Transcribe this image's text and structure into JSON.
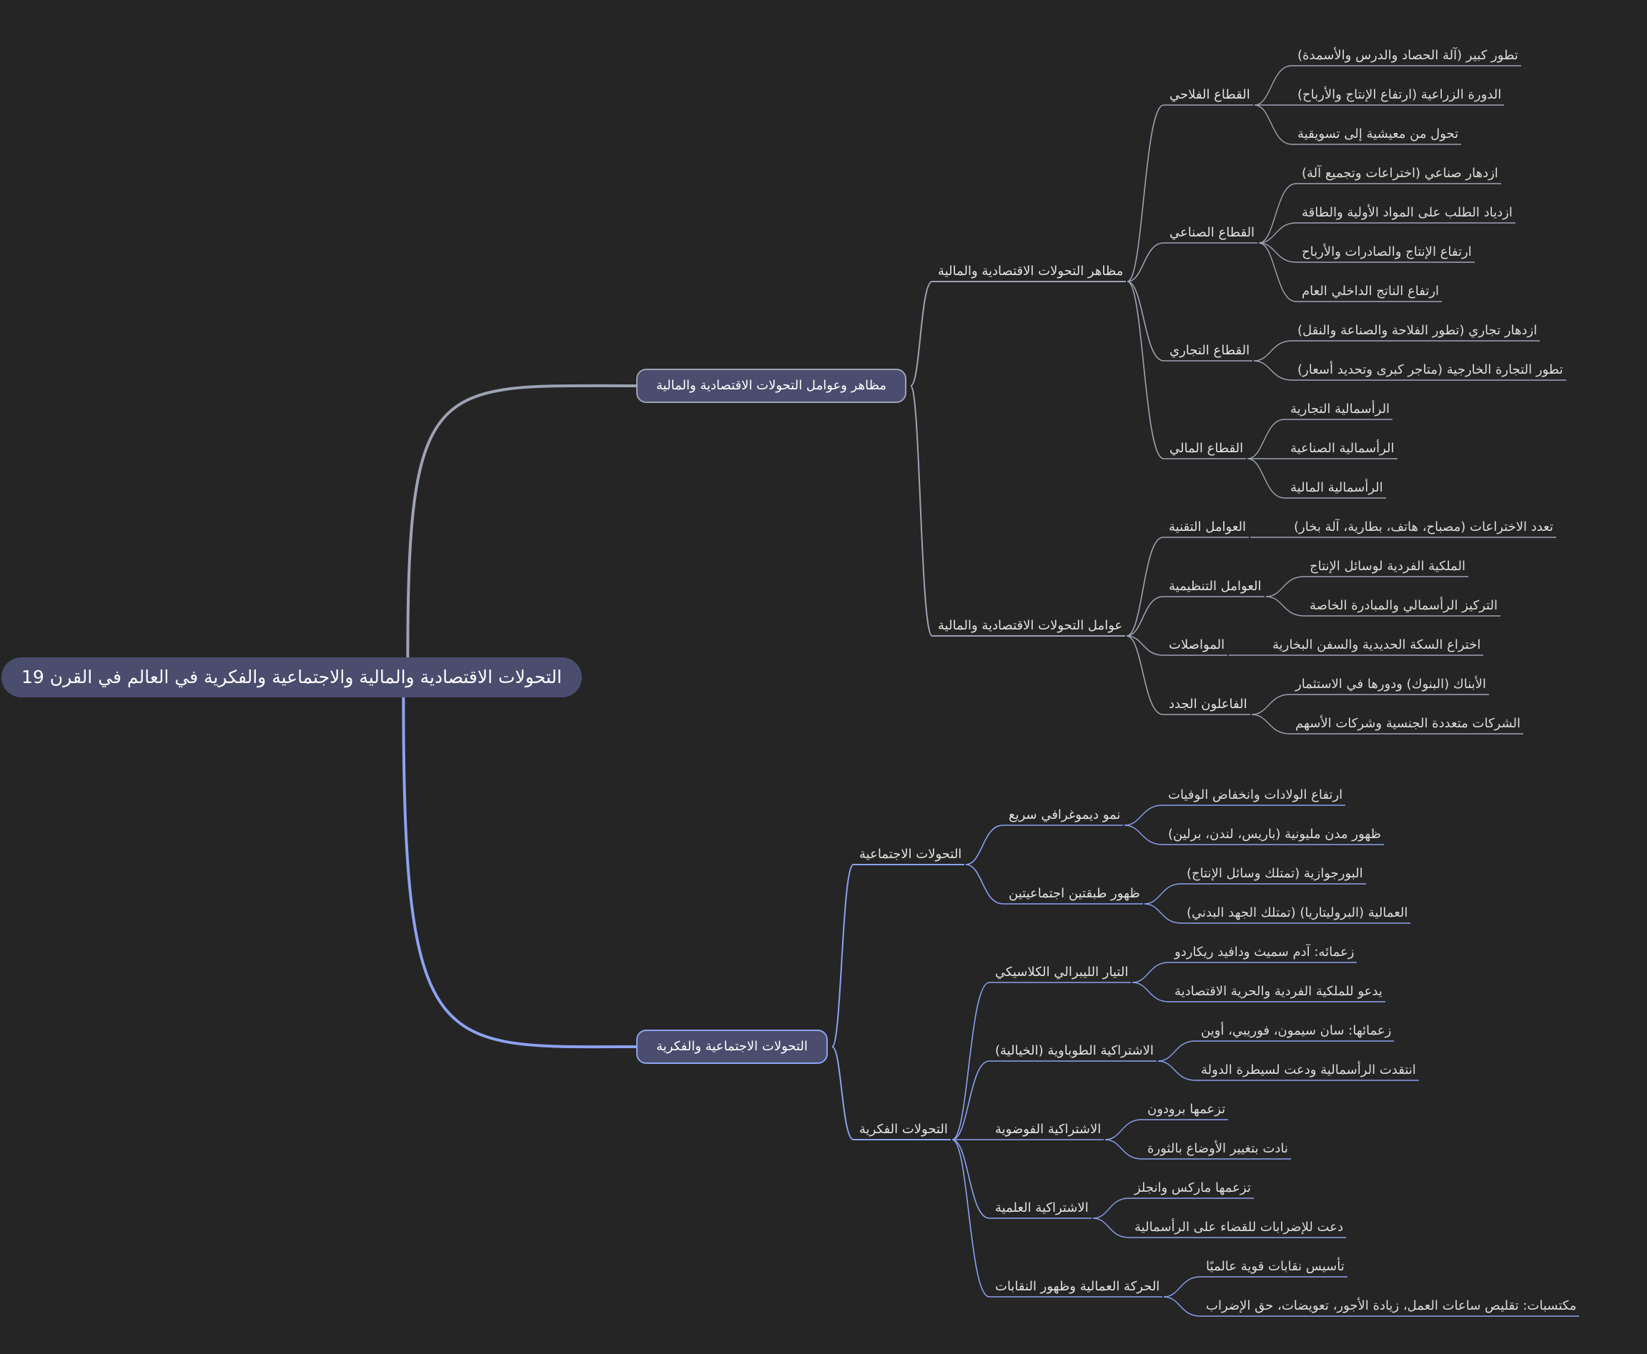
{
  "colors": {
    "background": "#252525",
    "root_fill": "#4a4d6e",
    "economic_branch": "#9ea3b3",
    "social_branch": "#8da2f0"
  },
  "mindmap": {
    "root": "التحولات الاقتصادية والمالية والاجتماعية والفكرية في العالم في القرن 19",
    "economic": {
      "label": "مظاهر وعوامل التحولات الاقتصادية والمالية",
      "aspects": {
        "label": "مظاهر التحولات الاقتصادية والمالية",
        "agriculture": {
          "label": "القطاع الفلاحي",
          "items": [
            "تطور كبير (آلة الحصاد والدرس والأسمدة)",
            "الدورة الزراعية (ارتفاع الإنتاج والأرباح)",
            "تحول من معيشية إلى تسويقية"
          ]
        },
        "industry": {
          "label": "القطاع الصناعي",
          "items": [
            "ازدهار صناعي (اختراعات وتجميع آلة)",
            "ازدياد الطلب على المواد الأولية والطاقة",
            "ارتفاع الإنتاج والصادرات والأرباح",
            "ارتفاع الناتج الداخلي العام"
          ]
        },
        "trade": {
          "label": "القطاع التجاري",
          "items": [
            "ازدهار تجاري (تطور الفلاحة والصناعة والنقل)",
            "تطور التجارة الخارجية (متاجر كبرى وتحديد أسعار)"
          ]
        },
        "finance": {
          "label": "القطاع المالي",
          "items": [
            "الرأسمالية التجارية",
            "الرأسمالية الصناعية",
            "الرأسمالية المالية"
          ]
        }
      },
      "factors": {
        "label": "عوامل التحولات الاقتصادية والمالية",
        "technical": {
          "label": "العوامل التقنية",
          "items": [
            "تعدد الاختراعات (مصباح، هاتف، بطارية، آلة بخار)"
          ]
        },
        "organizational": {
          "label": "العوامل التنظيمية",
          "items": [
            "الملكية الفردية لوسائل الإنتاج",
            "التركيز الرأسمالي والمبادرة الخاصة"
          ]
        },
        "transport": {
          "label": "المواصلات",
          "items": [
            "اختراع السكة الحديدية والسفن البخارية"
          ]
        },
        "actors": {
          "label": "الفاعلون الجدد",
          "items": [
            "الأبناك (البنوك) ودورها في الاستثمار",
            "الشركات متعددة الجنسية وشركات الأسهم"
          ]
        }
      }
    },
    "social": {
      "label": "التحولات الاجتماعية والفكرية",
      "social_changes": {
        "label": "التحولات الاجتماعية",
        "demographic": {
          "label": "نمو ديموغرافي سريع",
          "items": [
            "ارتفاع الولادات وانخفاض الوفيات",
            "ظهور مدن مليونية (باريس، لندن، برلين)"
          ]
        },
        "classes": {
          "label": "ظهور طبقتين اجتماعيتين",
          "items": [
            "البورجوازية (تمتلك وسائل الإنتاج)",
            "العمالية (البروليتاريا) (تمتلك الجهد البدني)"
          ]
        }
      },
      "intellectual": {
        "label": "التحولات الفكرية",
        "liberal": {
          "label": "التيار الليبرالي الكلاسيكي",
          "items": [
            "زعمائه: آدم سميث ودافيد ريكاردو",
            "يدعو للملكية الفردية والحرية الاقتصادية"
          ]
        },
        "utopian": {
          "label": "الاشتراكية الطوباوية (الخيالية)",
          "items": [
            "زعمائها: سان سيمون، فوريبي، أوين",
            "انتقدت الرأسمالية ودعت لسيطرة الدولة"
          ]
        },
        "anarchist": {
          "label": "الاشتراكية الفوضوية",
          "items": [
            "تزعمها برودون",
            "نادت بتغيير الأوضاع بالثورة"
          ]
        },
        "scientific": {
          "label": "الاشتراكية العلمية",
          "items": [
            "تزعمها ماركس وانجلز",
            "دعت للإضرابات للقضاء على الرأسمالية"
          ]
        },
        "labor": {
          "label": "الحركة العمالية وظهور النقابات",
          "items": [
            "تأسيس نقابات قوية عالميًا",
            "مكتسبات: تقليص ساعات العمل، زيادة الأجور، تعويضات، حق الإضراب"
          ]
        }
      }
    }
  }
}
